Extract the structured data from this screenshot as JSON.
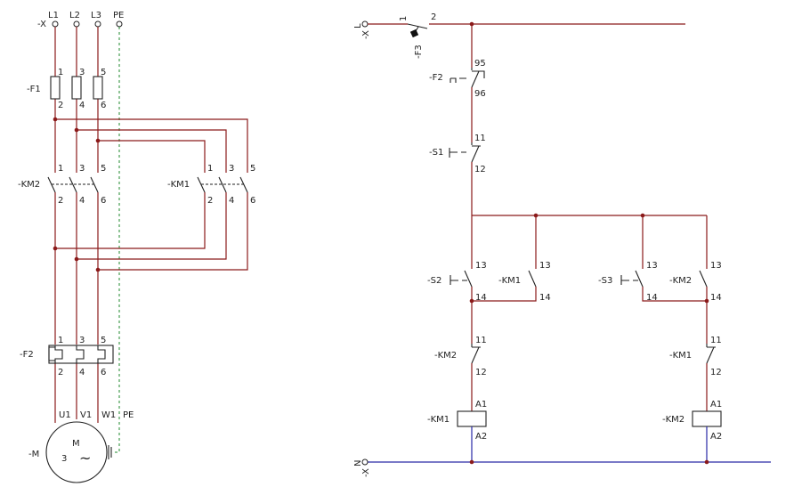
{
  "power": {
    "supply": {
      "device": "-X",
      "terms": [
        "L1",
        "L2",
        "L3",
        "PE"
      ]
    },
    "fuse": {
      "device": "-F1",
      "top": [
        "1",
        "3",
        "5"
      ],
      "bottom": [
        "2",
        "4",
        "6"
      ]
    },
    "km2": {
      "device": "-KM2",
      "top": [
        "1",
        "3",
        "5"
      ],
      "bottom": [
        "2",
        "4",
        "6"
      ]
    },
    "km1": {
      "device": "-KM1",
      "top": [
        "1",
        "3",
        "5"
      ],
      "bottom": [
        "2",
        "4",
        "6"
      ]
    },
    "overload": {
      "device": "-F2",
      "top": [
        "1",
        "3",
        "5"
      ],
      "bottom": [
        "2",
        "4",
        "6"
      ]
    },
    "motor": {
      "device": "-M",
      "terms": [
        "U1",
        "V1",
        "W1",
        "PE"
      ],
      "letter": "M",
      "phases": "3",
      "symbol": "~"
    }
  },
  "control": {
    "supply_l": {
      "device": "-X",
      "term": "L"
    },
    "supply_n": {
      "device": "-X",
      "term": "N"
    },
    "f3": {
      "device": "-F3",
      "in": "1",
      "out": "2"
    },
    "f2": {
      "device": "-F2",
      "in": "95",
      "out": "96"
    },
    "s1": {
      "device": "-S1",
      "in": "11",
      "out": "12"
    },
    "s2": {
      "device": "-S2",
      "in": "13",
      "out": "14"
    },
    "km1_hold": {
      "device": "-KM1",
      "in": "13",
      "out": "14"
    },
    "s3": {
      "device": "-S3",
      "in": "13",
      "out": "14"
    },
    "km2_hold": {
      "device": "-KM2",
      "in": "13",
      "out": "14"
    },
    "km2_nc": {
      "device": "-KM2",
      "in": "11",
      "out": "12"
    },
    "km1_nc": {
      "device": "-KM1",
      "in": "11",
      "out": "12"
    },
    "km1_coil": {
      "device": "-KM1",
      "a1": "A1",
      "a2": "A2"
    },
    "km2_coil": {
      "device": "-KM2",
      "a1": "A1",
      "a2": "A2"
    }
  }
}
